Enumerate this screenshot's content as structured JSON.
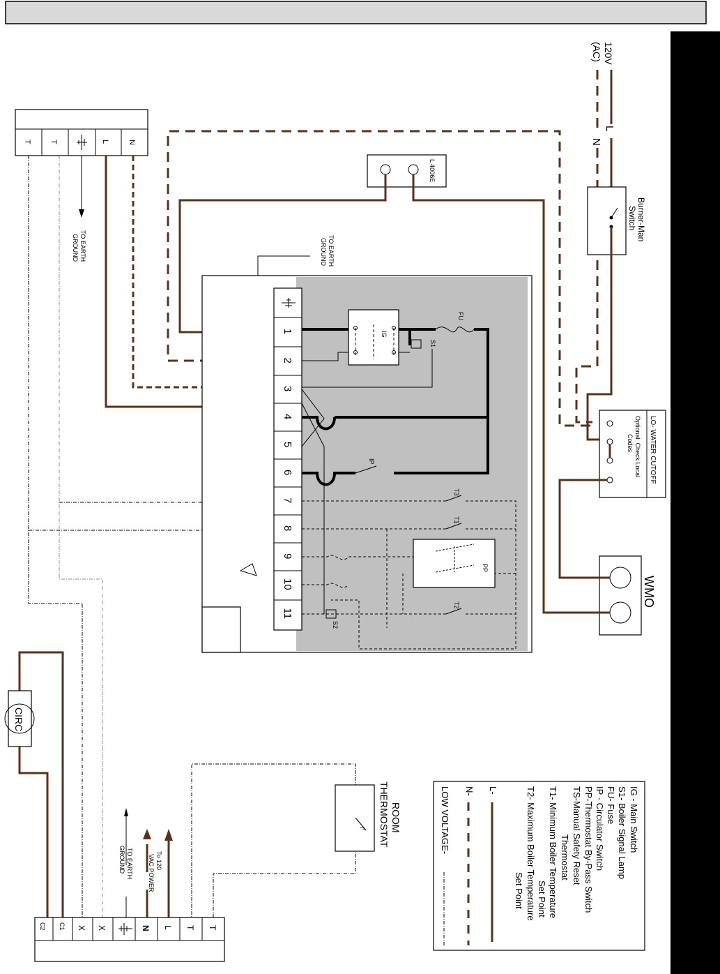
{
  "power": {
    "voltage": "120V",
    "type": "(AC)",
    "line": "L",
    "neutral": "N"
  },
  "burner_switch": {
    "line1": "Burner-Man",
    "line2": "Switch"
  },
  "lwco": {
    "title": "LO- WATER CUTOFF",
    "note1": "Optional: Check Local",
    "note2": "Codes"
  },
  "wmo": {
    "label": "WMO"
  },
  "l4006e": {
    "label": "L 4006E"
  },
  "earth": {
    "line1": "TO EARTH",
    "line2": "GROUND"
  },
  "top_terminal": {
    "t1": "T",
    "t2": "T",
    "l": "L",
    "n": "N"
  },
  "control": {
    "terminals": [
      "1",
      "2",
      "3",
      "4",
      "5",
      "6",
      "7",
      "8",
      "9",
      "10",
      "11"
    ],
    "ig": "IG",
    "s1": "S1",
    "fu": "FU",
    "ip": "IP",
    "t3": "T3",
    "t1": "T1",
    "pp": "PP",
    "t2": "T2",
    "s2": "S2"
  },
  "circ": {
    "label": "CIRC"
  },
  "room_thermostat": {
    "line1": "ROOM",
    "line2": "THERMOSTAT",
    "symbol": "t°"
  },
  "power_120": {
    "line1": "To 120",
    "line2": "VAC POWER"
  },
  "bottom_terminal": {
    "c2": "C2",
    "c1": "C1",
    "x1": "X",
    "x2": "X",
    "n": "N",
    "l": "L",
    "t1": "T",
    "t2": "T"
  },
  "legend": {
    "lines": [
      "IG - Main Switch",
      "S1- Boiler Signal Lamp",
      "FU- Fuse",
      "IP - Circulator Switch",
      "PP-Thermostat By-Pass Switch",
      "TS-Manual Safety Reset",
      "Thermostat",
      "T1- Minimum Boiler Temperature",
      "Set Point",
      "T2- Maximum Boiler Temperature",
      "Set Point"
    ],
    "l": "L-",
    "n": "N-",
    "low": "LOW VOLTAGE-"
  },
  "colors": {
    "line": "#5a3218",
    "panel": "#c0c0c0",
    "header": "#d9d9d9",
    "sidebar": "#000000"
  }
}
